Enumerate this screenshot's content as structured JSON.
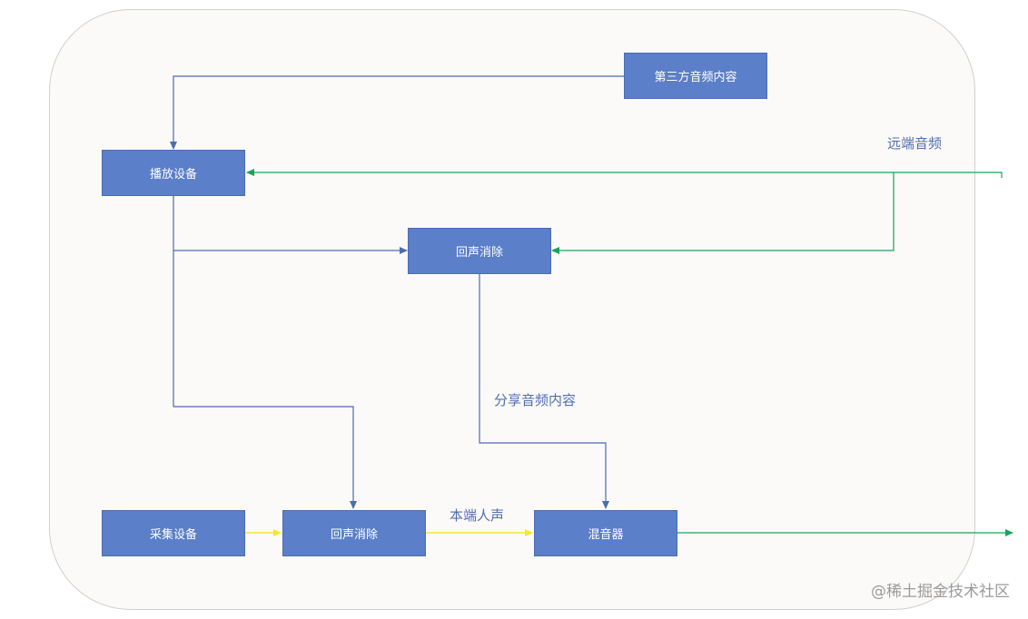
{
  "diagram": {
    "nodes": {
      "third_party_audio": "第三方音频内容",
      "playback_device": "播放设备",
      "echo_cancel_top": "回声消除",
      "capture_device": "采集设备",
      "echo_cancel_bottom": "回声消除",
      "mixer": "混音器"
    },
    "labels": {
      "remote_audio": "远端音频",
      "shared_audio": "分享音频内容",
      "local_voice": "本端人声"
    },
    "colors": {
      "box_fill": "#5b7fc8",
      "blue_line": "#4a6cb0",
      "green_line": "#19a35a",
      "yellow_line": "#f5e72a"
    }
  },
  "watermark": "@稀土掘金技术社区"
}
